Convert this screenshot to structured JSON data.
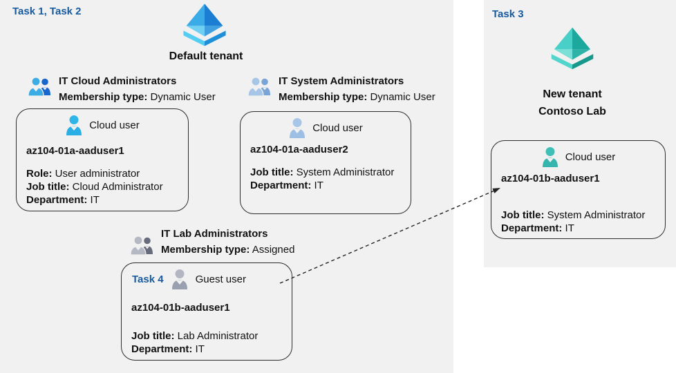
{
  "tasks": {
    "task12_label": "Task 1, Task 2",
    "task3_label": "Task 3",
    "task4_label": "Task 4"
  },
  "default_tenant": {
    "title": "Default tenant"
  },
  "new_tenant": {
    "title_line1": "New tenant",
    "title_line2": "Contoso Lab"
  },
  "groups": [
    {
      "name": "IT Cloud Administrators",
      "membership_label": "Membership type:",
      "membership_value": "Dynamic User"
    },
    {
      "name": "IT System Administrators",
      "membership_label": "Membership type:",
      "membership_value": "Dynamic User"
    },
    {
      "name": "IT Lab Administrators",
      "membership_label": "Membership type:",
      "membership_value": "Assigned"
    }
  ],
  "cards": [
    {
      "user_type": "Cloud user",
      "username": "az104-01a-aaduser1",
      "fields": [
        {
          "label": "Role:",
          "value": "User administrator"
        },
        {
          "label": "Job title:",
          "value": "Cloud Administrator"
        },
        {
          "label": "Department:",
          "value": "IT"
        }
      ]
    },
    {
      "user_type": "Cloud user",
      "username": "az104-01a-aaduser2",
      "fields": [
        {
          "label": "Job title:",
          "value": "System Administrator"
        },
        {
          "label": "Department:",
          "value": "IT"
        }
      ]
    },
    {
      "user_type": "Guest user",
      "username": "az104-01b-aaduser1",
      "fields": [
        {
          "label": "Job title:",
          "value": "Lab Administrator"
        },
        {
          "label": "Department:",
          "value": "IT"
        }
      ]
    },
    {
      "user_type": "Cloud user",
      "username": "az104-01b-aaduser1",
      "fields": [
        {
          "label": "Job title:",
          "value": "System Administrator"
        },
        {
          "label": "Department:",
          "value": "IT"
        }
      ]
    }
  ],
  "colors": {
    "background": "#f1f1f1",
    "task_label": "#175a9e",
    "card_border": "#2b2b2b",
    "arrow": "#222222",
    "tenant_icon_blue": {
      "ul": "#3aabe6",
      "ur": "#1b7ed2",
      "ll": "#6fd0f2",
      "lr": "#3f9fe0",
      "base_l": "#55cdf2",
      "base_r": "#1e8fd9"
    },
    "tenant_icon_teal": {
      "ul": "#48cfc7",
      "ur": "#1da89d",
      "ll": "#7adfd6",
      "lr": "#2fb3a8",
      "base_l": "#52d5cb",
      "base_r": "#17988d"
    },
    "group_icon_cloud": {
      "front": "#3bade4",
      "back": "#1767cc"
    },
    "group_icon_system": {
      "front": "#a7c6e7",
      "back": "#7aa4d6"
    },
    "group_icon_lab": {
      "front": "#b4b8c3",
      "back": "#676b7c"
    },
    "user_icon_cloud1": {
      "head": "#2eb6e8",
      "body": "#2aaee6"
    },
    "user_icon_cloud2": {
      "head": "#a7c6e7",
      "body": "#9dbfe4"
    },
    "user_icon_guest": {
      "head": "#b2b6c2",
      "body": "#9aa0af"
    },
    "user_icon_teal": {
      "head": "#3fbfb7",
      "body": "#35b5ae"
    }
  }
}
